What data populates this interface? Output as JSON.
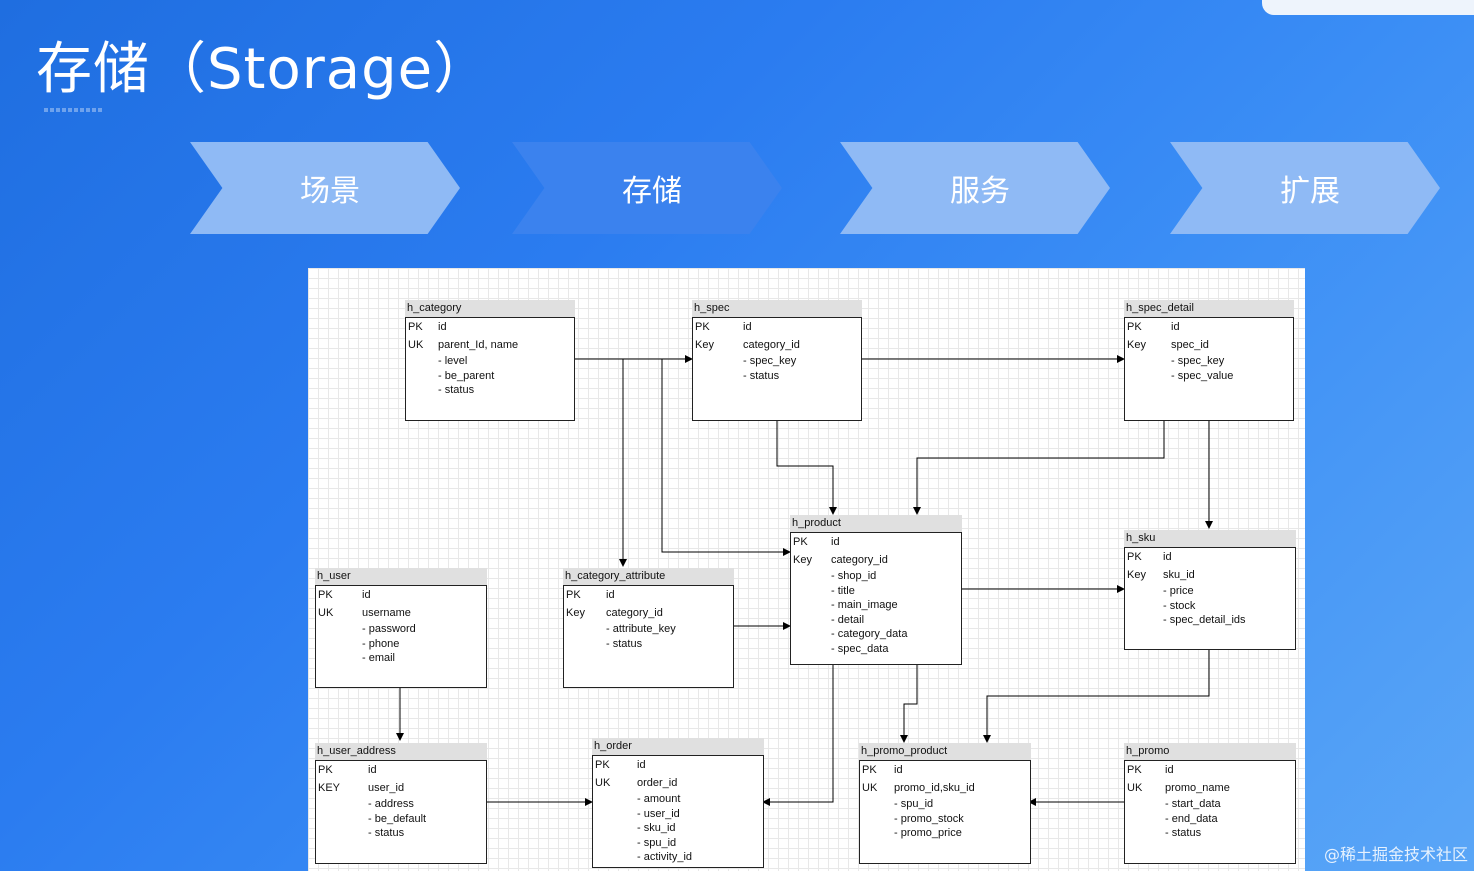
{
  "title": "存储（Storage）",
  "steps": [
    {
      "label": "场景",
      "active": false
    },
    {
      "label": "存储",
      "active": true
    },
    {
      "label": "服务",
      "active": false
    },
    {
      "label": "扩展",
      "active": false
    }
  ],
  "tables": {
    "h_category": {
      "name": "h_category",
      "rows": [
        [
          "PK",
          "id"
        ],
        [
          "UK",
          "parent_Id, name"
        ]
      ],
      "attrs": [
        "- level",
        "- be_parent",
        "- status"
      ]
    },
    "h_spec": {
      "name": "h_spec",
      "rows": [
        [
          "PK",
          "id"
        ],
        [
          "Key",
          "category_id"
        ]
      ],
      "attrs": [
        "- spec_key",
        "- status"
      ]
    },
    "h_spec_detail": {
      "name": "h_spec_detail",
      "rows": [
        [
          "PK",
          "id"
        ],
        [
          "Key",
          "spec_id"
        ]
      ],
      "attrs": [
        "- spec_key",
        "- spec_value"
      ]
    },
    "h_product": {
      "name": "h_product",
      "rows": [
        [
          "PK",
          "id"
        ],
        [
          "Key",
          "category_id"
        ]
      ],
      "attrs": [
        "- shop_id",
        "- title",
        "- main_image",
        "- detail",
        "- category_data",
        "- spec_data"
      ]
    },
    "h_sku": {
      "name": "h_sku",
      "rows": [
        [
          "PK",
          "id"
        ],
        [
          "Key",
          "sku_id"
        ]
      ],
      "attrs": [
        "- price",
        "- stock",
        "- spec_detail_ids"
      ]
    },
    "h_user": {
      "name": "h_user",
      "rows": [
        [
          "PK",
          "id"
        ],
        [
          "UK",
          "username"
        ]
      ],
      "attrs": [
        "- password",
        "- phone",
        "- email"
      ]
    },
    "h_category_attribute": {
      "name": "h_category_attribute",
      "rows": [
        [
          "PK",
          "id"
        ],
        [
          "Key",
          "category_id"
        ]
      ],
      "attrs": [
        "- attribute_key",
        "- status"
      ]
    },
    "h_user_address": {
      "name": "h_user_address",
      "rows": [
        [
          "PK",
          "id"
        ],
        [
          "KEY",
          "user_id"
        ]
      ],
      "attrs": [
        "- address",
        "- be_default",
        "- status"
      ]
    },
    "h_order": {
      "name": "h_order",
      "rows": [
        [
          "PK",
          "id"
        ],
        [
          "UK",
          "order_id"
        ]
      ],
      "attrs": [
        "- amount",
        "- user_id",
        "- sku_id",
        "- spu_id",
        "- activity_id"
      ]
    },
    "h_promo_product": {
      "name": "h_promo_product",
      "rows": [
        [
          "PK",
          "id"
        ],
        [
          "UK",
          "promo_id,sku_id"
        ]
      ],
      "attrs": [
        "- spu_id",
        "- promo_stock",
        "- promo_price"
      ]
    },
    "h_promo": {
      "name": "h_promo",
      "rows": [
        [
          "PK",
          "id"
        ],
        [
          "UK",
          "promo_name"
        ]
      ],
      "attrs": [
        "- start_data",
        "- end_data",
        "- status"
      ]
    }
  },
  "footer": "@稀土掘金技术社区"
}
